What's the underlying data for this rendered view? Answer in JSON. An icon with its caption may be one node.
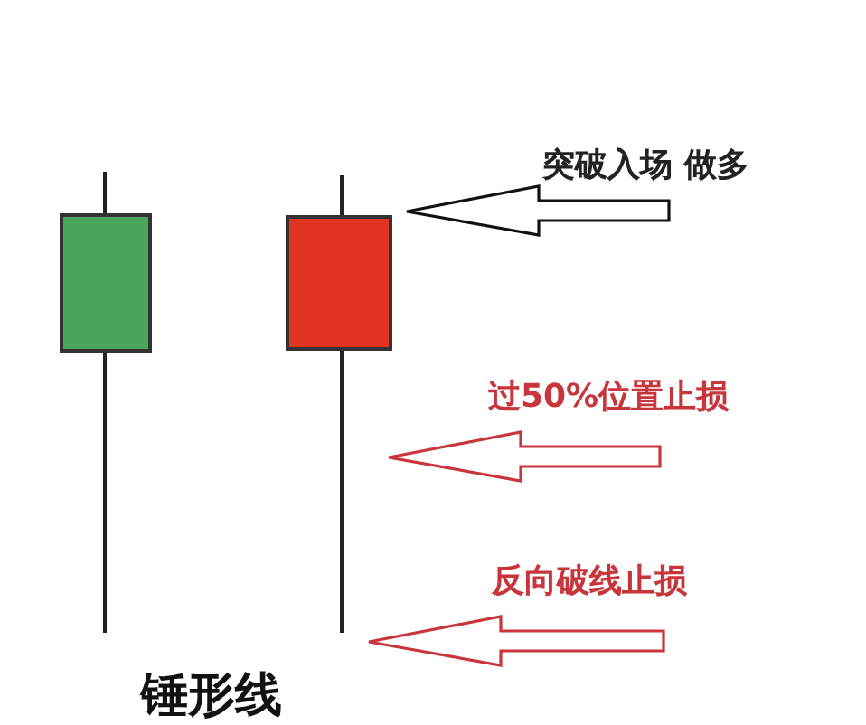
{
  "diagram": {
    "nodes": [
      {
        "text": [],
        "shape": "box"
      },
      {
        "text": [],
        "shape": "box"
      },
      {
        "text": [
          "突破入场 做多"
        ]
      },
      {
        "text": [
          "过50%位置止损"
        ]
      },
      {
        "text": [
          "反向破线止损"
        ]
      }
    ],
    "edges": [
      {
        "from": 2,
        "to": 1,
        "arrow": "to"
      },
      {
        "from": 3,
        "to": null,
        "arrow": "to",
        "color": "#c8363c"
      },
      {
        "from": 4,
        "to": null,
        "arrow": "to",
        "color": "#c8363c"
      }
    ],
    "labels": [
      "锤形线"
    ]
  }
}
